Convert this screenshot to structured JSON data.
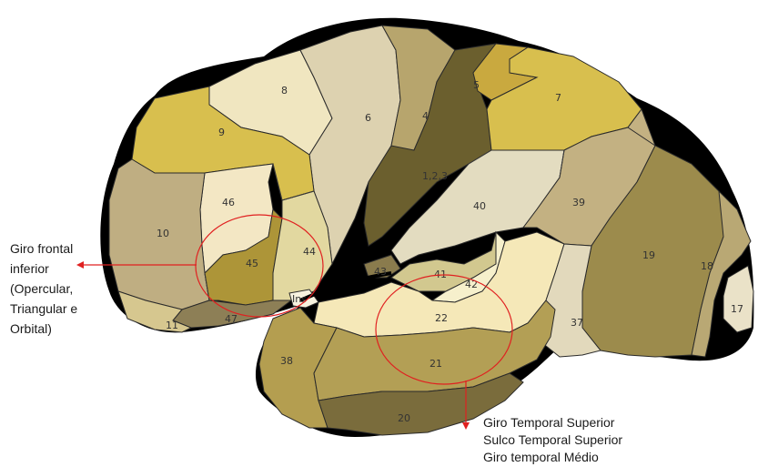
{
  "brain": {
    "areas": [
      {
        "id": "a8",
        "label": "8",
        "color": "#f0e6c0"
      },
      {
        "id": "a6",
        "label": "6",
        "color": "#ddd2b0"
      },
      {
        "id": "a4",
        "label": "4",
        "color": "#b7a56d"
      },
      {
        "id": "a123",
        "label": "1,2,3",
        "color": "#6b5f2e"
      },
      {
        "id": "a5",
        "label": "5",
        "color": "#c9a93f"
      },
      {
        "id": "a7",
        "label": "7",
        "color": "#d8bf4e"
      },
      {
        "id": "a9",
        "label": "9",
        "color": "#d8bf4e"
      },
      {
        "id": "a46",
        "label": "46",
        "color": "#f3e7c4"
      },
      {
        "id": "a10",
        "label": "10",
        "color": "#bfae82"
      },
      {
        "id": "a45",
        "label": "45",
        "color": "#ad9538"
      },
      {
        "id": "a44",
        "label": "44",
        "color": "#e2d8a0"
      },
      {
        "id": "a47",
        "label": "47",
        "color": "#8d7f56"
      },
      {
        "id": "a11",
        "label": "11",
        "color": "#d6c78f"
      },
      {
        "id": "ins",
        "label": "Ins",
        "color": "#f7f2df"
      },
      {
        "id": "a43",
        "label": "43",
        "color": "#8a7b4d"
      },
      {
        "id": "a40",
        "label": "40",
        "color": "#e3dcc0"
      },
      {
        "id": "a39",
        "label": "39",
        "color": "#c3b182"
      },
      {
        "id": "a41",
        "label": "41",
        "color": "#d2c88f"
      },
      {
        "id": "a42",
        "label": "42",
        "color": "#f6f0cc"
      },
      {
        "id": "a22",
        "label": "22",
        "color": "#f5e8b8"
      },
      {
        "id": "a19",
        "label": "19",
        "color": "#9c8b4c"
      },
      {
        "id": "a18",
        "label": "18",
        "color": "#b9a874"
      },
      {
        "id": "a17",
        "label": "17",
        "color": "#eae2c8"
      },
      {
        "id": "a37",
        "label": "37",
        "color": "#e2d9bc"
      },
      {
        "id": "a38",
        "label": "38",
        "color": "#b49e50"
      },
      {
        "id": "a21",
        "label": "21",
        "color": "#b39f55"
      },
      {
        "id": "a20",
        "label": "20",
        "color": "#7a6c3c"
      }
    ]
  },
  "annotations": {
    "left": {
      "lines": [
        "Giro frontal",
        "inferior",
        "(Opercular,",
        "Triangular e",
        "Orbital)"
      ],
      "color": "#e02020"
    },
    "bottom": {
      "lines": [
        "Giro Temporal Superior",
        "Sulco Temporal Superior",
        "Giro temporal Médio"
      ],
      "color": "#e02020"
    }
  }
}
